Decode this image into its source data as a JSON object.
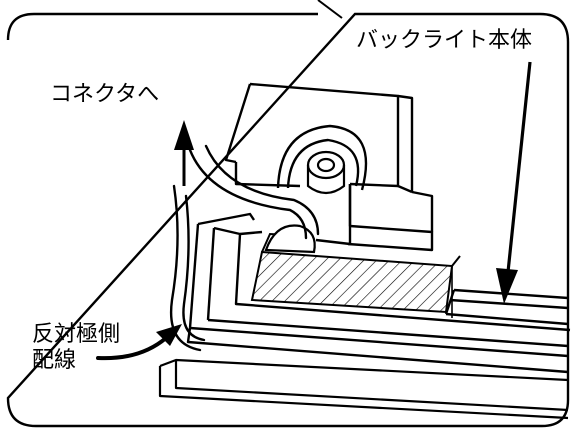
{
  "labels": {
    "backlight_body": "バックライト本体",
    "to_connector": "コネクタへ",
    "wiring_line1": "反対極側",
    "wiring_line2": "配線"
  },
  "colors": {
    "ink": "#000000",
    "paper": "#ffffff"
  }
}
